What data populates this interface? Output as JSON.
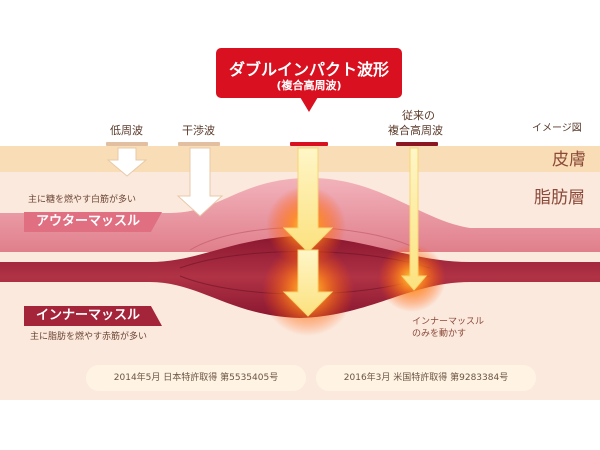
{
  "callout": {
    "title": "ダブルインパクト波形",
    "subtitle": "(複合高周波)"
  },
  "probes": {
    "low": "低周波",
    "interference": "干渉波",
    "conventional_line1": "従来の",
    "conventional_line2": "複合高周波"
  },
  "image_note": "イメージ図",
  "layers": {
    "skin": "皮膚",
    "fat": "脂肪層"
  },
  "outer_muscle": {
    "label": "アウターマッスル",
    "note": "主に糖を燃やす白筋が多い"
  },
  "inner_muscle": {
    "label": "インナーマッスル",
    "note": "主に脂肪を燃やす赤筋が多い"
  },
  "inner_only_note": {
    "line1": "インナーマッスル",
    "line2": "のみを動かす"
  },
  "patents": [
    "2014年5月 日本特許取得 第5535405号",
    "2016年3月 米国特許取得 第9283384号"
  ],
  "colors": {
    "callout_red": "#d8101f",
    "skin": "#f8ddb6",
    "fat": "#fbe9dd",
    "outer_muscle": "#e07f8c",
    "inner_muscle": "#a4243a"
  }
}
